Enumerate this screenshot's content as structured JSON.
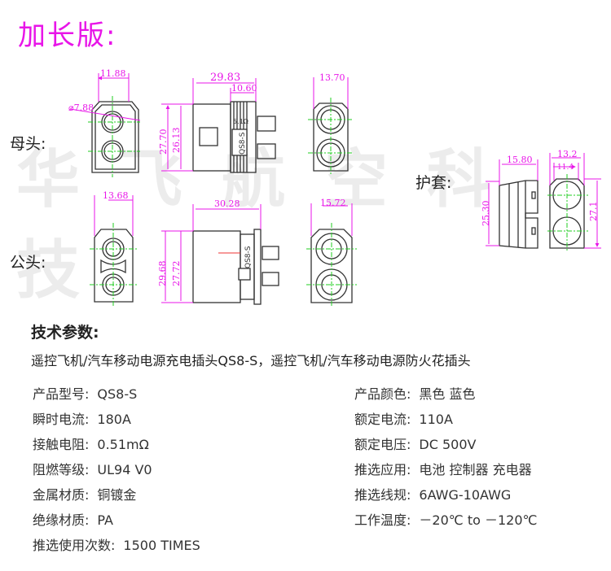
{
  "title": "加长版:",
  "watermark": "华飞航空科技",
  "labels": {
    "female": "母头:",
    "male": "公头:",
    "cover": "护套:"
  },
  "dims": {
    "f_front_w": "11.88",
    "f_dia": "⌀7.88",
    "f_side_len": "29.83",
    "f_side_rear": "10.60",
    "f_h1": "27.70",
    "f_h2": "26.13",
    "f_back_w": "13.70",
    "f_res": "5.1Ω",
    "f_model": "QS8-S",
    "m_front_w": "13.68",
    "m_side_len": "30.28",
    "m_h1": "29.68",
    "m_h2": "27.72",
    "m_back_w": "15.72",
    "m_model": "QS8-S",
    "c_len": "15.80",
    "c_h": "25.30",
    "c_w1": "13.2",
    "c_w2": "11.4",
    "c_h2": "27.1"
  },
  "params_title": "技术参数:",
  "subtitle": "遥控飞机/汽车移动电源充电插头QS8-S，遥控飞机/汽车移动电源防火花插头",
  "specs_left": [
    {
      "k": "产品型号:",
      "v": "QS8-S"
    },
    {
      "k": "瞬时电流:",
      "v": "180A"
    },
    {
      "k": "接触电阻:",
      "v": "0.51mΩ"
    },
    {
      "k": "阻燃等级:",
      "v": "UL94  V0"
    },
    {
      "k": "金属材质:",
      "v": "铜镀金"
    },
    {
      "k": "绝缘材质:",
      "v": "PA"
    },
    {
      "k": "推选使用次数:",
      "v": "1500 TIMES"
    }
  ],
  "specs_right": [
    {
      "k": "产品颜色:",
      "v": "黑色   蓝色"
    },
    {
      "k": "额定电流:",
      "v": "110A"
    },
    {
      "k": "额定电压:",
      "v": "DC   500V"
    },
    {
      "k": "推选应用:",
      "v": "电池  控制器  充电器"
    },
    {
      "k": "推选线规:",
      "v": "6AWG-10AWG"
    },
    {
      "k": "工作温度:",
      "v": "－20℃ to －120℃"
    }
  ]
}
